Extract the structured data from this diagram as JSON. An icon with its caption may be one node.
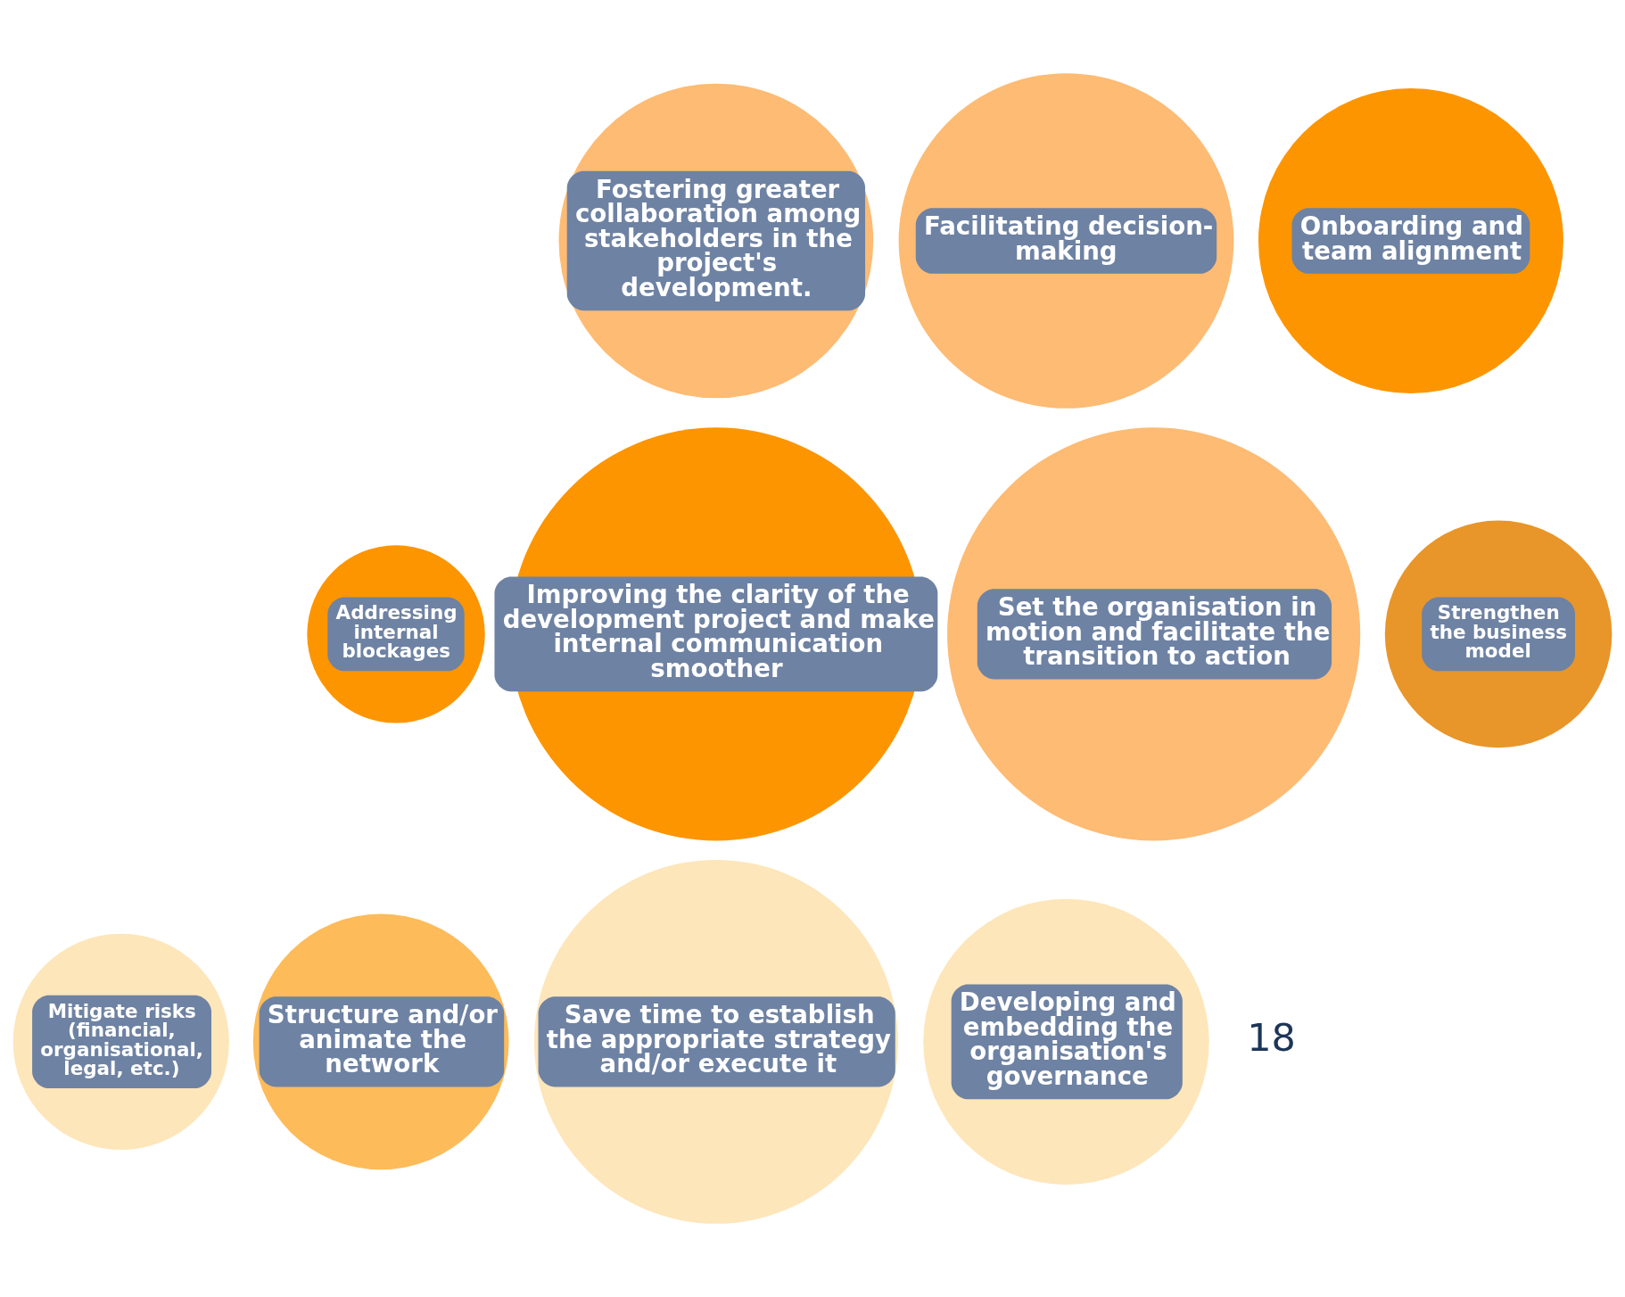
{
  "diagram": {
    "nodes": [
      {
        "text": [
          "Fostering greater collaboration among stakeholders in the project's development."
        ]
      },
      {
        "text": [
          "Facilitating decision-making"
        ]
      },
      {
        "text": [
          "Onboarding and team alignment"
        ]
      },
      {
        "text": [
          "Addressing internal blockages"
        ]
      },
      {
        "text": [
          "Strengthen the business model"
        ]
      },
      {
        "text": [
          "Improving the clarity of the development project and make internal communication smoother"
        ]
      },
      {
        "text": [
          "Set the organisation in motion and facilitate the transition to action"
        ]
      },
      {
        "text": [
          "Mitigate risks (financial, organisational, legal, etc.)"
        ]
      },
      {
        "text": [
          "Structure and/or animate the network"
        ]
      },
      {
        "text": [
          "Save time to establish the appropriate strategy and/or execute it"
        ]
      },
      {
        "text": [
          "Developing and embedding the organisation's governance"
        ]
      }
    ],
    "labels": [
      "18"
    ]
  }
}
